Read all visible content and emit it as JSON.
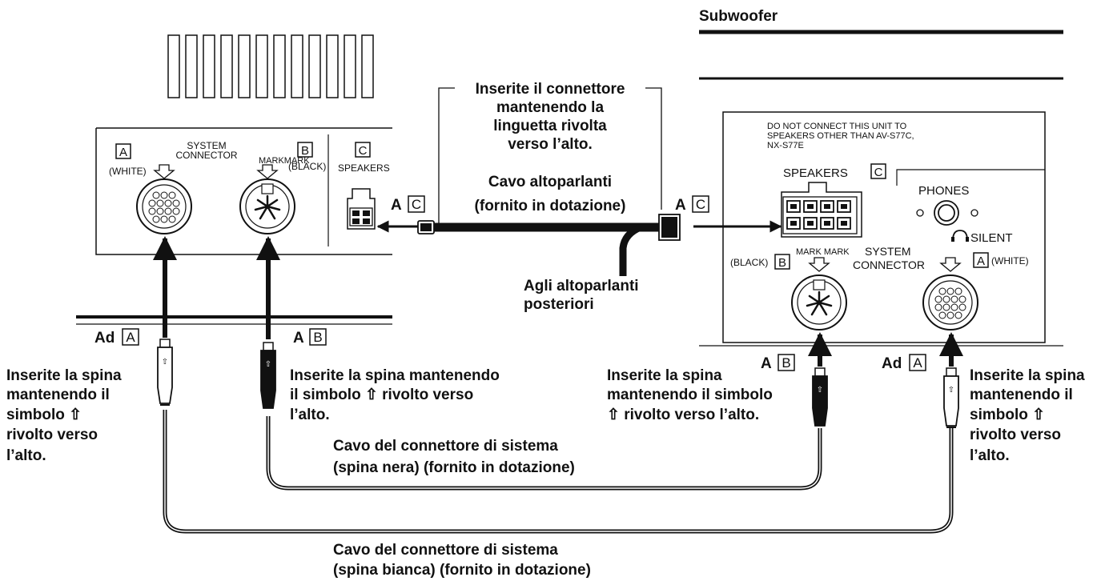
{
  "subwoofer": {
    "title": "Subwoofer",
    "warning": [
      "DO NOT CONNECT THIS UNIT TO",
      "SPEAKERS OTHER THAN AV-S77C,",
      "NX-S77E"
    ],
    "speakers_label": "SPEAKERS",
    "speakers_letter": "C",
    "phones_label": "PHONES",
    "silent_label": "SILENT",
    "black_label": "(BLACK)",
    "black_letter": "B",
    "white_letter": "A",
    "white_label": "(WHITE)",
    "mark_label": "MARK MARK",
    "system_connector": [
      "SYSTEM",
      "CONNECTOR"
    ]
  },
  "left_unit": {
    "letter_a": "A",
    "white_label": "(WHITE)",
    "system_connector": [
      "SYSTEM",
      "CONNECTOR"
    ],
    "mark_label": "MARKMARK",
    "letter_b": "B",
    "black_label": "(BLACK)",
    "letter_c": "C",
    "speakers_label": "SPEAKERS"
  },
  "callouts": {
    "insert_tab": [
      "Inserite il connettore",
      "mantenendo la",
      "linguetta rivolta",
      "verso l’alto."
    ],
    "speaker_cable": [
      "Cavo altoparlanti",
      "(fornito in dotazione)"
    ],
    "rear_speakers": [
      "Agli altoparlanti",
      "posteriori"
    ],
    "ac_prefix": "A",
    "ac_letter": "C",
    "ad_prefix": "Ad",
    "a_prefix": "A",
    "letter_a": "A",
    "letter_b": "B",
    "plug_left_white": [
      "Inserite la spina",
      "mantenendo il",
      "simbolo ⇧",
      "rivolto verso",
      "l’alto."
    ],
    "plug_left_black": [
      "Inserite la spina mantenendo",
      "il simbolo ⇧ rivolto verso",
      "l’alto."
    ],
    "plug_right_black": [
      "Inserite la spina",
      "mantenendo il simbolo",
      "⇧ rivolto verso l’alto."
    ],
    "plug_right_white": [
      "Inserite la spina",
      "mantenendo il",
      "simbolo ⇧",
      "rivolto verso",
      "l’alto."
    ],
    "black_cable": [
      "Cavo del connettore di sistema",
      "(spina nera) (fornito in dotazione)"
    ],
    "white_cable": [
      "Cavo del connettore di sistema",
      "(spina bianca) (fornito in dotazione)"
    ]
  }
}
